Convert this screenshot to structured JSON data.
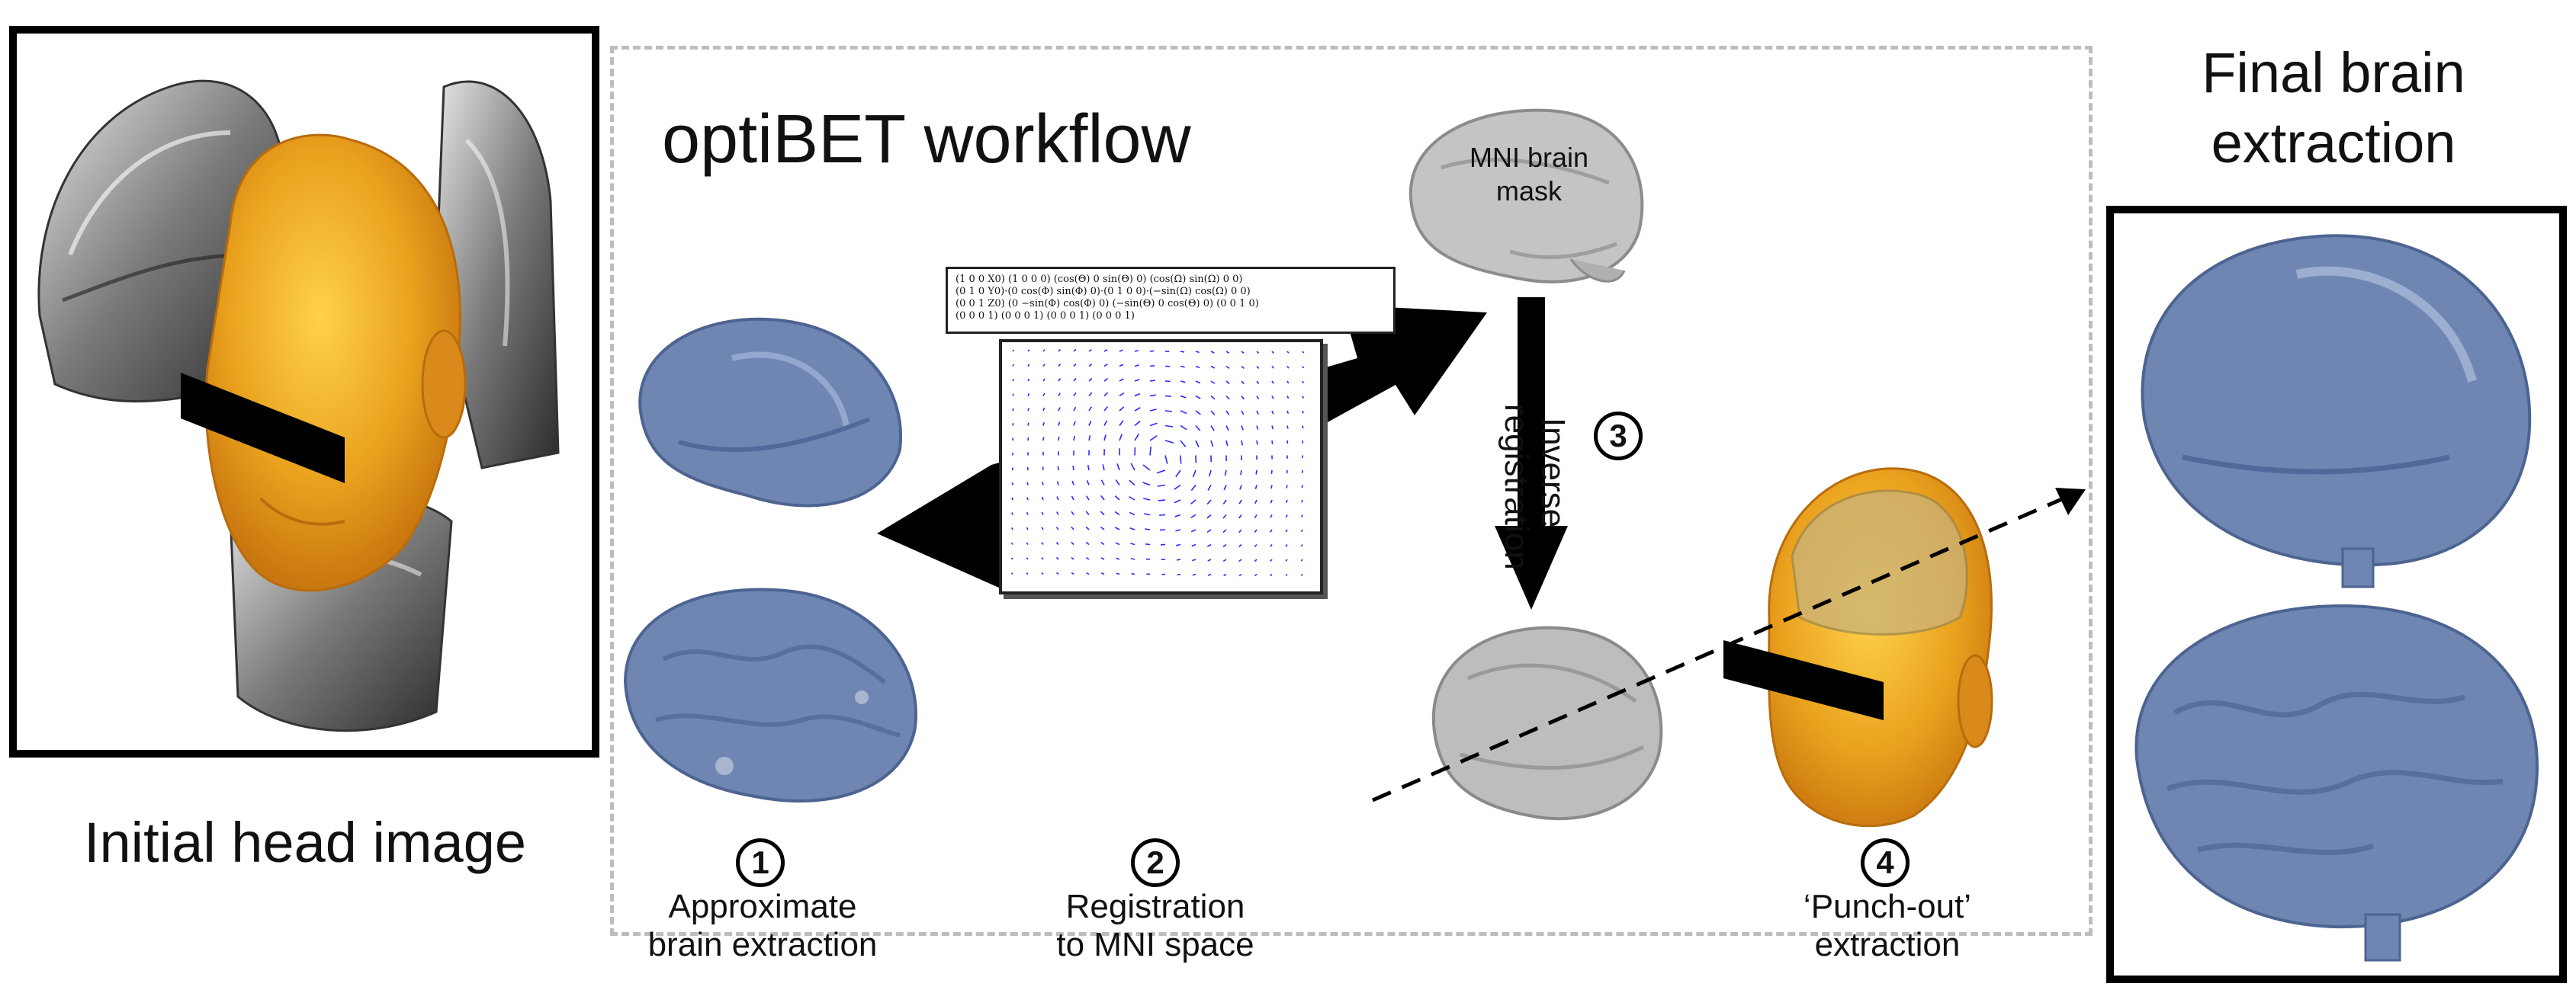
{
  "left_panel": {
    "caption": "Initial head image"
  },
  "workflow": {
    "title": "optiBET workflow",
    "mni_label": "MNI brain mask",
    "matrix_lines": [
      "(1 0 0 X0) (1 0 0 0) (cos(Θ) 0 sin(Θ) 0) (cos(Ω) sin(Ω) 0 0)",
      "(0 1 0 Y0)·(0 cos(Φ) sin(Φ) 0)·(0 1 0 0)·(−sin(Ω) cos(Ω) 0 0)",
      "(0 0 1 Z0) (0 −sin(Φ) cos(Φ) 0) (−sin(Θ) 0 cos(Θ) 0) (0 0 1 0)",
      "(0 0 0 1) (0 0 0 1) (0 0 0 1) (0 0 0 1)"
    ],
    "steps": [
      {
        "num": "1",
        "label_line1": "Approximate",
        "label_line2": "brain extraction"
      },
      {
        "num": "2",
        "label_line1": "Registration",
        "label_line2": "to MNI space"
      },
      {
        "num": "3",
        "label_line1": "Inverse",
        "label_line2": "registration"
      },
      {
        "num": "4",
        "label_line1": "‘Punch-out’",
        "label_line2": "extraction"
      }
    ]
  },
  "right_panel": {
    "title_line1": "Final brain",
    "title_line2": "extraction"
  },
  "colors": {
    "brain_blue": "#6f86b3",
    "head_orange": "#e8a21d",
    "mni_gray": "#b9b9b9",
    "field_arrows": "#2a2aff"
  }
}
